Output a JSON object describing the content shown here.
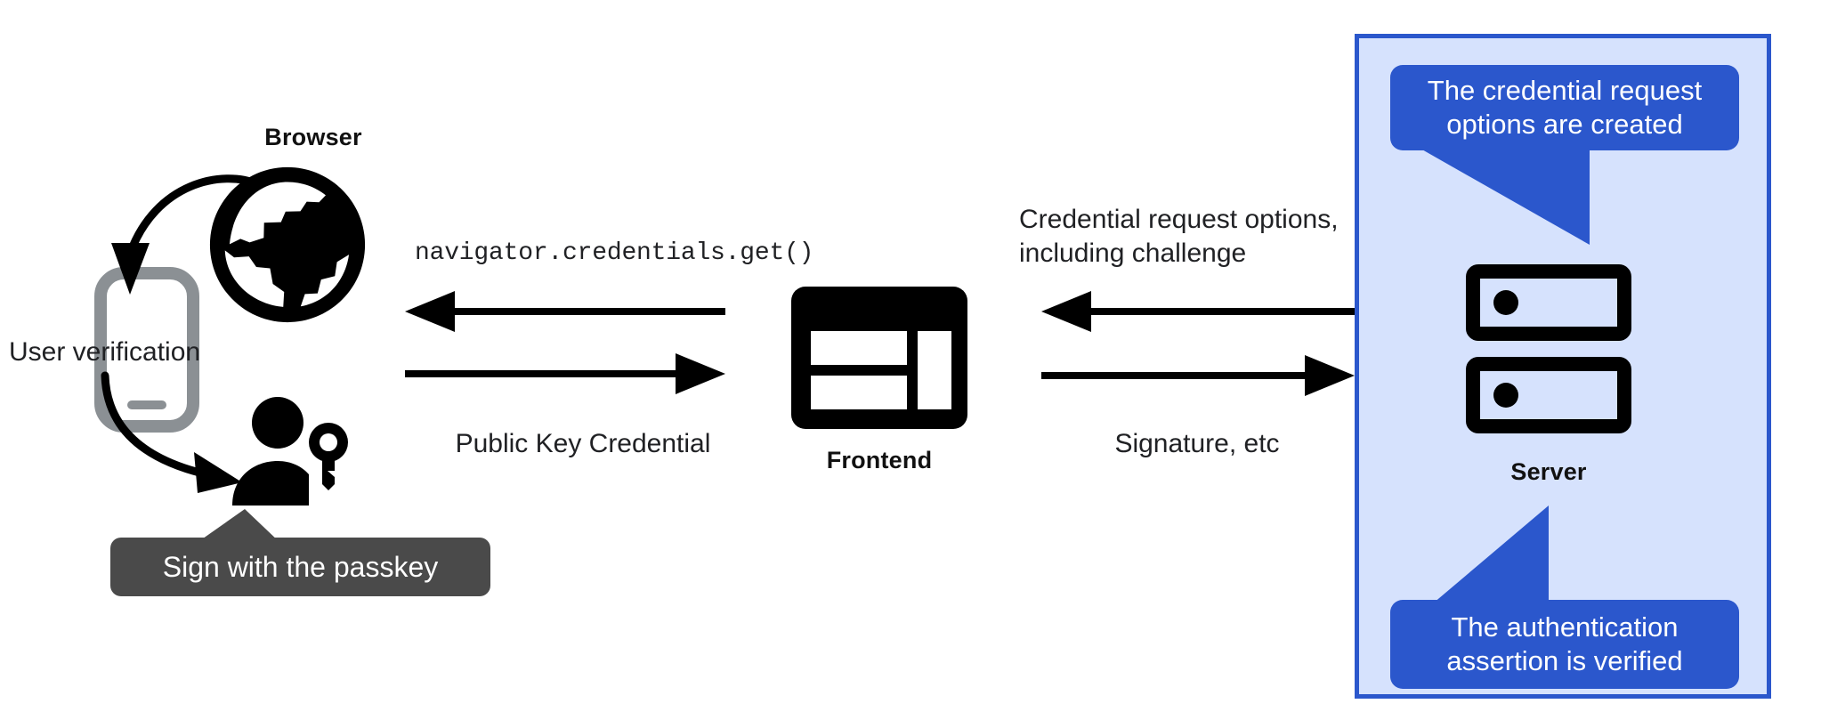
{
  "diagram": {
    "title": "WebAuthn passkey authentication flow",
    "colors": {
      "panel_background": "#d6e2fd",
      "panel_border": "#2b57cc",
      "callout_blue": "#2b57cc",
      "callout_dark": "#4a4a4a",
      "icon_black": "#000000",
      "icon_gray": "#8b9094",
      "text": "#202124",
      "page_background": "#ffffff"
    }
  },
  "browser": {
    "label": "Browser",
    "icon": "globe-icon"
  },
  "device": {
    "icon": "smartphone-icon",
    "verification_label": "User verification"
  },
  "user": {
    "icon": "person-with-key-icon",
    "callout": "Sign with the passkey"
  },
  "frontend": {
    "label": "Frontend",
    "icon": "webpage-layout-icon"
  },
  "server": {
    "label": "Server",
    "icon": "server-racks-icon",
    "callout_top": "The credential request\noptions are created",
    "callout_bottom": "The authentication\nassertion is verified"
  },
  "flows": {
    "browser_to_frontend_label": "navigator.credentials.get()",
    "frontend_to_browser_label": "Public Key Credential",
    "server_to_frontend_label": "Credential request options,\nincluding challenge",
    "frontend_to_server_label": "Signature, etc"
  }
}
